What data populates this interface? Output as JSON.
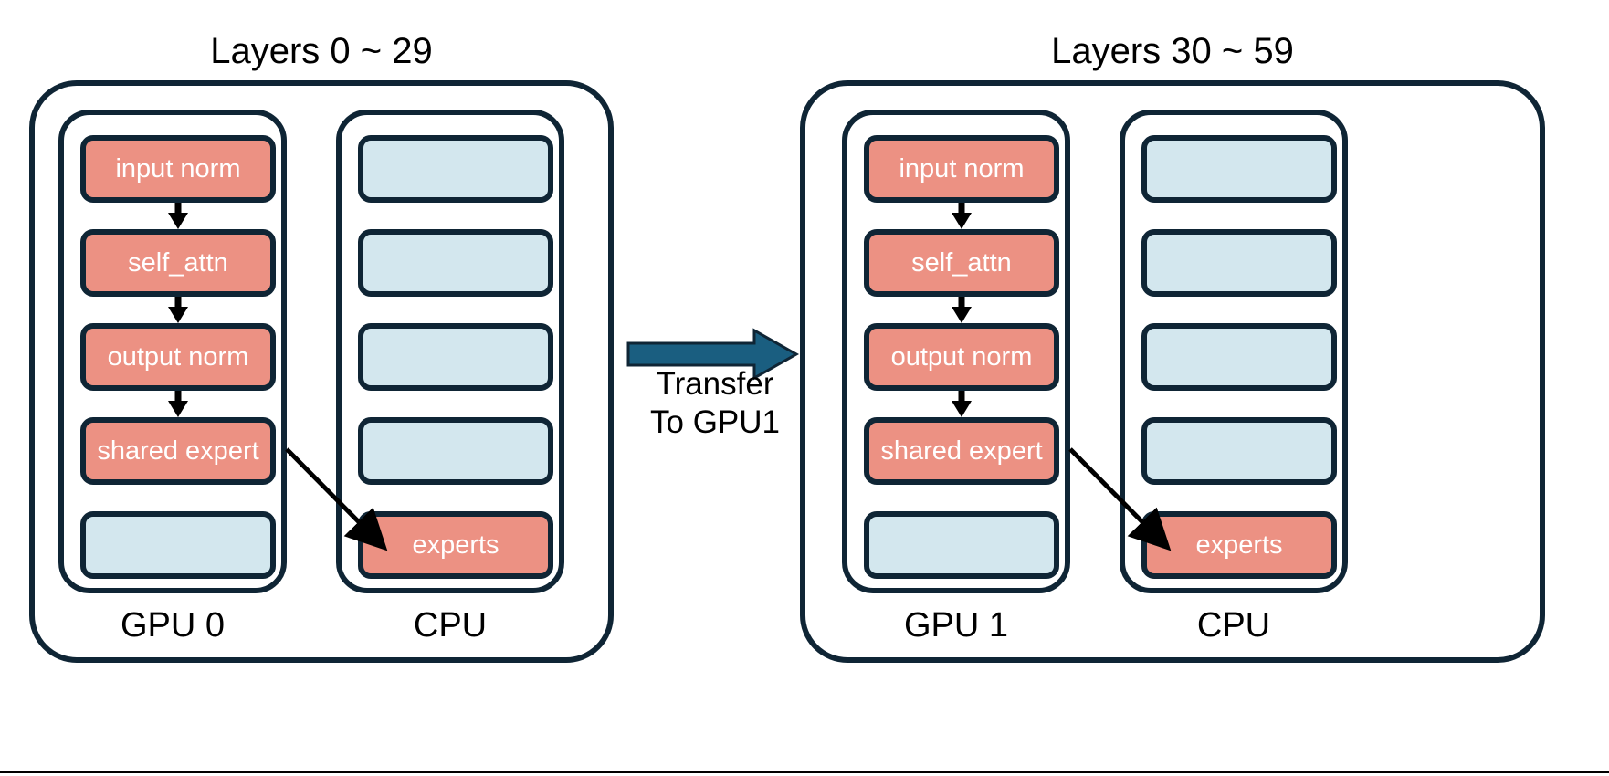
{
  "figure": {
    "type": "diagram",
    "background_color": "#ffffff",
    "border_color": "#0f2535",
    "red_block_color": "#ec9183",
    "blue_block_color": "#d3e7ee",
    "transfer_arrow_color": "#1a5e80",
    "text_on_block_color": "#ffffff",
    "label_color": "#000000"
  },
  "panels": [
    {
      "title": "Layers 0 ~ 29",
      "columns": [
        {
          "label": "GPU 0",
          "cells": [
            {
              "label": "input norm",
              "kind": "red"
            },
            {
              "label": "self_attn",
              "kind": "red"
            },
            {
              "label": "output norm",
              "kind": "red"
            },
            {
              "label": "shared expert",
              "kind": "red"
            },
            {
              "label": "",
              "kind": "blue"
            }
          ]
        },
        {
          "label": "CPU",
          "cells": [
            {
              "label": "",
              "kind": "blue"
            },
            {
              "label": "",
              "kind": "blue"
            },
            {
              "label": "",
              "kind": "blue"
            },
            {
              "label": "",
              "kind": "blue"
            },
            {
              "label": "experts",
              "kind": "red"
            }
          ]
        }
      ]
    },
    {
      "title": "Layers 30 ~ 59",
      "columns": [
        {
          "label": "GPU 1",
          "cells": [
            {
              "label": "input norm",
              "kind": "red"
            },
            {
              "label": "self_attn",
              "kind": "red"
            },
            {
              "label": "output norm",
              "kind": "red"
            },
            {
              "label": "shared expert",
              "kind": "red"
            },
            {
              "label": "",
              "kind": "blue"
            }
          ]
        },
        {
          "label": "CPU",
          "cells": [
            {
              "label": "",
              "kind": "blue"
            },
            {
              "label": "",
              "kind": "blue"
            },
            {
              "label": "",
              "kind": "blue"
            },
            {
              "label": "",
              "kind": "blue"
            },
            {
              "label": "experts",
              "kind": "red"
            }
          ]
        }
      ]
    }
  ],
  "transfer": {
    "label_line1": "Transfer",
    "label_line2": "To GPU1",
    "direction": "left-to-right"
  }
}
